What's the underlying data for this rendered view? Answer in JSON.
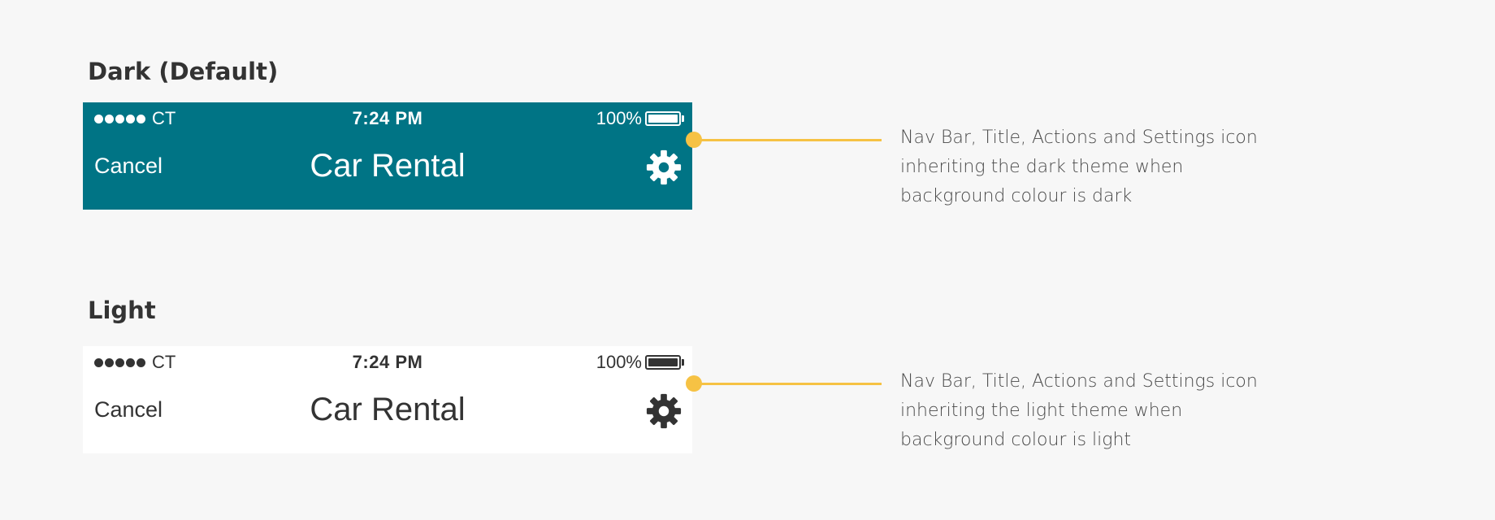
{
  "colors": {
    "page_background": "#f7f7f7",
    "dark_bar": "#007485",
    "light_bar": "#ffffff",
    "dark_foreground": "#ffffff",
    "light_foreground": "#333333",
    "callout_accent": "#f6c244"
  },
  "variants": [
    {
      "heading": "Dark (Default)",
      "theme": "dark",
      "status": {
        "carrier": "CT",
        "signal_dots": 5,
        "time": "7:24 PM",
        "battery_percent": "100%",
        "battery_level": 1.0
      },
      "nav": {
        "left_action": "Cancel",
        "title": "Car Rental",
        "right_icon": "gear-icon"
      },
      "callout": "Nav Bar, Title, Actions and Settings icon inheriting the dark theme when background colour is dark"
    },
    {
      "heading": "Light",
      "theme": "light",
      "status": {
        "carrier": "CT",
        "signal_dots": 5,
        "time": "7:24 PM",
        "battery_percent": "100%",
        "battery_level": 1.0
      },
      "nav": {
        "left_action": "Cancel",
        "title": "Car Rental",
        "right_icon": "gear-icon"
      },
      "callout": "Nav Bar, Title, Actions and Settings icon inheriting the light theme when background colour is light"
    }
  ]
}
